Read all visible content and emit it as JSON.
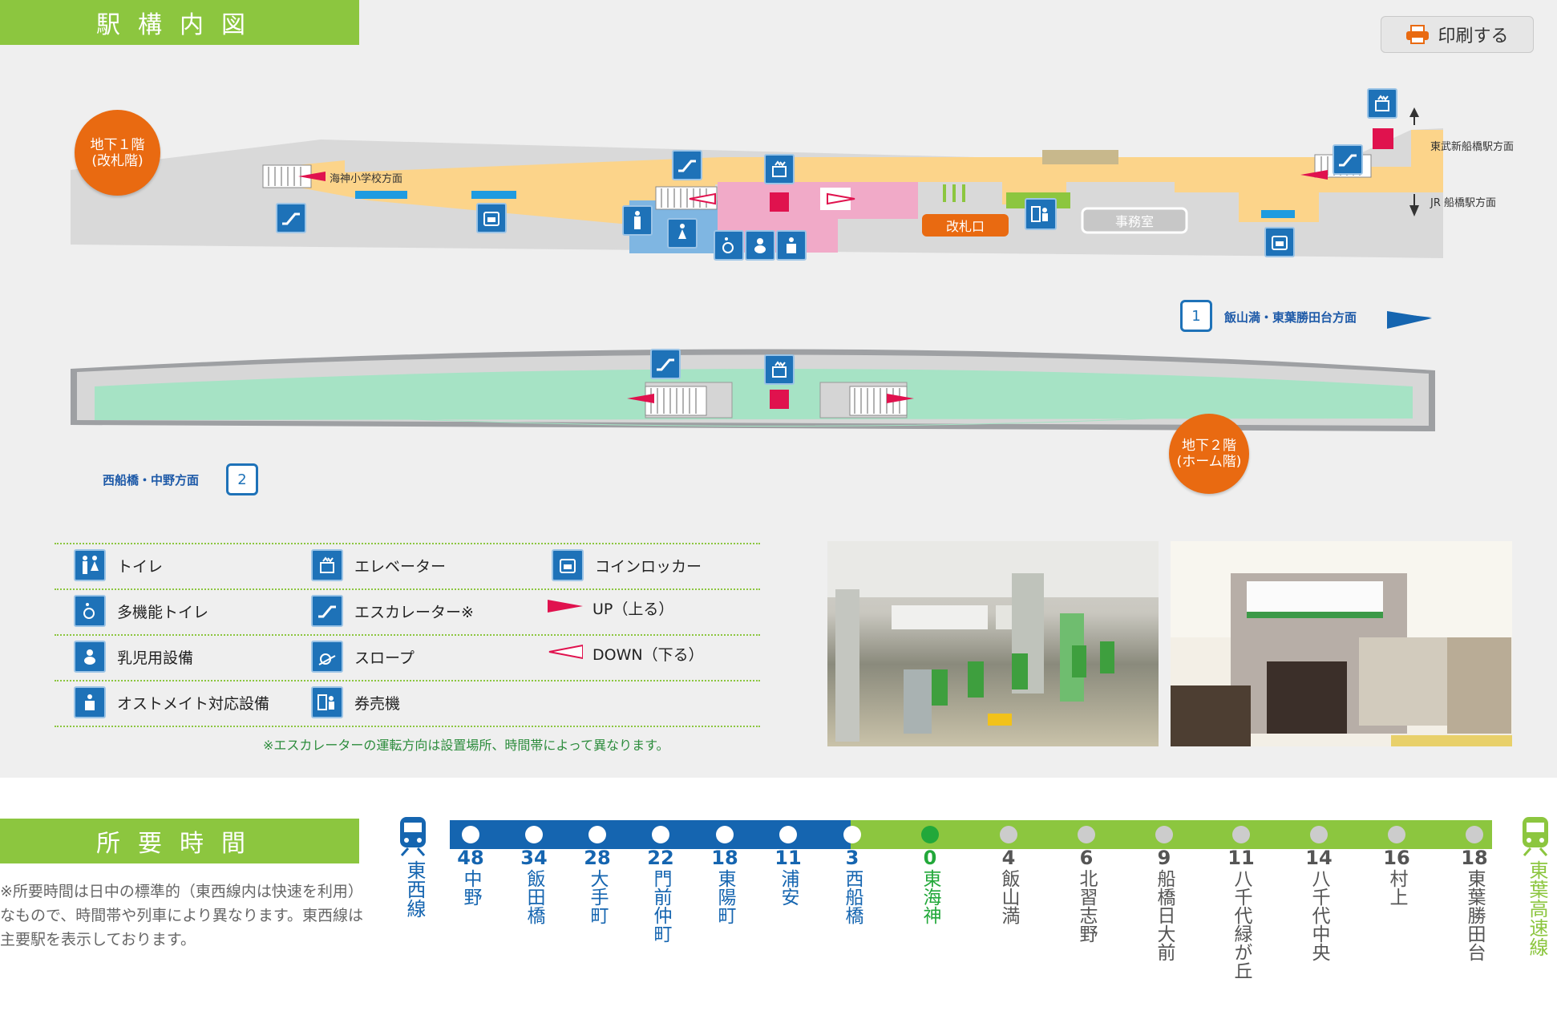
{
  "map_section": {
    "title": "駅構内図",
    "print_label": "印刷する",
    "floor_b1": {
      "line1": "地下１階",
      "line2": "(改札階)"
    },
    "floor_b2": {
      "line1": "地下２階",
      "line2": "(ホーム階)"
    },
    "labels": {
      "school_dir": "海神小学校方面",
      "ticket_gate": "改札口",
      "office": "事務室",
      "tobu_dir": "東武新船橋駅方面",
      "jr_dir": "JR 船橋駅方面"
    },
    "platform1": {
      "number": "1",
      "label": "飯山満・東葉勝田台方面"
    },
    "platform2": {
      "number": "2",
      "label": "西船橋・中野方面"
    }
  },
  "legend": {
    "items": [
      {
        "label": "トイレ",
        "icon": "toilet-icon"
      },
      {
        "label": "エレベーター",
        "icon": "elevator-icon"
      },
      {
        "label": "コインロッカー",
        "icon": "coin-locker-icon"
      },
      {
        "label": "多機能トイレ",
        "icon": "wheelchair-icon"
      },
      {
        "label": "エスカレーター※",
        "icon": "escalator-icon"
      },
      {
        "label": "UP（上る）",
        "icon": "up-arrow-icon"
      },
      {
        "label": "乳児用設備",
        "icon": "baby-icon"
      },
      {
        "label": "スロープ",
        "icon": "slope-icon"
      },
      {
        "label": "DOWN（下る）",
        "icon": "down-arrow-icon"
      },
      {
        "label": "オストメイト対応設備",
        "icon": "ostomate-icon"
      },
      {
        "label": "券売機",
        "icon": "ticket-machine-icon"
      }
    ],
    "note": "※エスカレーターの運転方向は設置場所、時間帯によって異なります。"
  },
  "time_section": {
    "title": "所要時間",
    "note": "※所要時間は日中の標準的（東西線内は快速を利用）なもので、時間帯や列車により異なります。東西線は主要駅を表示しております。",
    "line_left": "東西線",
    "line_right": "東葉高速線",
    "colors": {
      "tozai": "#1565b0",
      "toyo": "#8cc63f",
      "current": "#22a83a",
      "gray": "#cccccc"
    },
    "stations": [
      {
        "mins": "48",
        "name": "中野",
        "line": "tozai"
      },
      {
        "mins": "34",
        "name": "飯田橋",
        "line": "tozai"
      },
      {
        "mins": "28",
        "name": "大手町",
        "line": "tozai"
      },
      {
        "mins": "22",
        "name": "門前仲町",
        "line": "tozai"
      },
      {
        "mins": "18",
        "name": "東陽町",
        "line": "tozai"
      },
      {
        "mins": "11",
        "name": "浦安",
        "line": "tozai"
      },
      {
        "mins": "3",
        "name": "西船橋",
        "line": "tozai"
      },
      {
        "mins": "0",
        "name": "東海神",
        "line": "current"
      },
      {
        "mins": "4",
        "name": "飯山満",
        "line": "toyo"
      },
      {
        "mins": "6",
        "name": "北習志野",
        "line": "toyo"
      },
      {
        "mins": "9",
        "name": "船橋日大前",
        "line": "toyo"
      },
      {
        "mins": "11",
        "name": "八千代緑が丘",
        "line": "toyo"
      },
      {
        "mins": "14",
        "name": "八千代中央",
        "line": "toyo"
      },
      {
        "mins": "16",
        "name": "村上",
        "line": "toyo"
      },
      {
        "mins": "18",
        "name": "東葉勝田台",
        "line": "toyo"
      }
    ]
  }
}
